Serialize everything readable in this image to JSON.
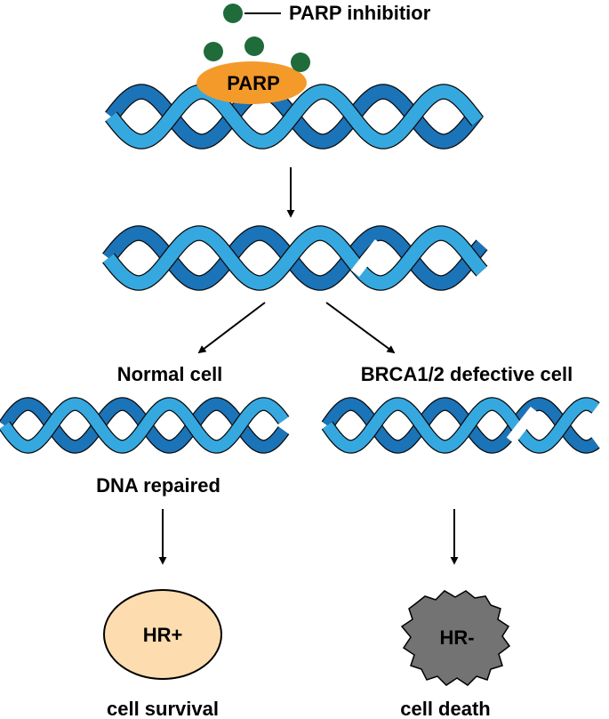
{
  "legend": {
    "inhibitor_label": "PARP inhibitior"
  },
  "enzyme": {
    "label": "PARP"
  },
  "branches": {
    "normal": {
      "heading": "Normal cell",
      "repair_label": "DNA repaired",
      "cell_label": "HR+",
      "outcome": "cell survival"
    },
    "defective": {
      "heading": "BRCA1/2 defective cell",
      "cell_label": "HR-",
      "outcome": "cell death"
    }
  },
  "colors": {
    "strand_light": "#36a8e0",
    "strand_dark": "#1b73b8",
    "inhibitor": "#1f6b3a",
    "enzyme": "#f39a2b",
    "survival_cell": "#fddcaf",
    "death_cell": "#737373",
    "break_gap": "#ffffff"
  }
}
